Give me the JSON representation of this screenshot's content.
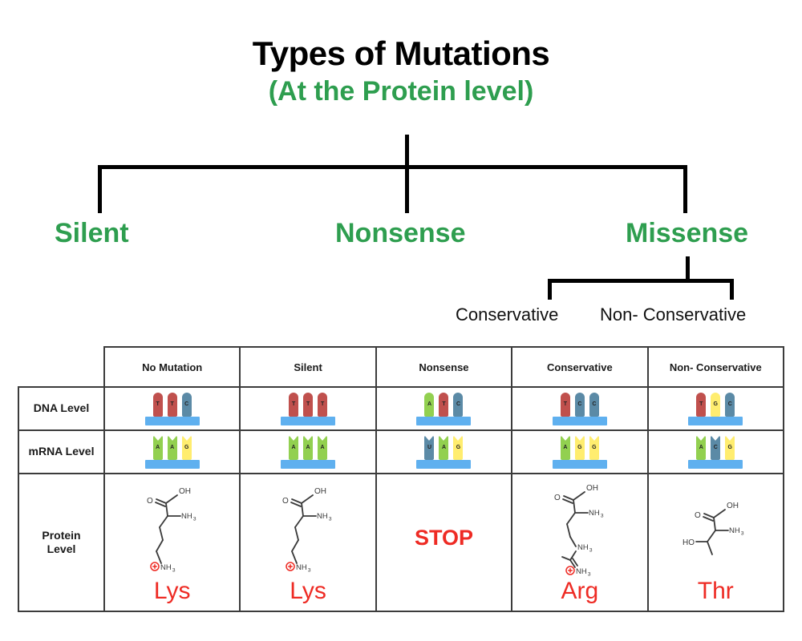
{
  "title": {
    "main": "Types of Mutations",
    "sub": "(At the Protein level)",
    "green": "#2e9e4f"
  },
  "tree": {
    "root_label": "Types of Mutations",
    "branches": [
      {
        "label": "Silent"
      },
      {
        "label": "Nonsense"
      },
      {
        "label": "Missense"
      }
    ],
    "sub_branches": [
      {
        "label": "Conservative"
      },
      {
        "label": "Non- Conservative"
      }
    ]
  },
  "table": {
    "row_labels": [
      "DNA Level",
      "mRNA Level",
      "Protein\nLevel"
    ],
    "row_label_dna": "DNA Level",
    "row_label_mrna": "mRNA Level",
    "row_label_protein_line1": "Protein",
    "row_label_protein_line2": "Level",
    "columns": [
      "No Mutation",
      "Silent",
      "Nonsense",
      "Conservative",
      "Non- Conservative"
    ],
    "dna": [
      {
        "column": "No Mutation",
        "bases": [
          {
            "letter": "T",
            "color": "red"
          },
          {
            "letter": "T",
            "color": "red"
          },
          {
            "letter": "C",
            "color": "blue"
          }
        ]
      },
      {
        "column": "Silent",
        "bases": [
          {
            "letter": "T",
            "color": "red"
          },
          {
            "letter": "T",
            "color": "red"
          },
          {
            "letter": "T",
            "color": "red"
          }
        ]
      },
      {
        "column": "Nonsense",
        "bases": [
          {
            "letter": "A",
            "color": "green"
          },
          {
            "letter": "T",
            "color": "red"
          },
          {
            "letter": "C",
            "color": "blue"
          }
        ]
      },
      {
        "column": "Conservative",
        "bases": [
          {
            "letter": "T",
            "color": "red"
          },
          {
            "letter": "C",
            "color": "blue"
          },
          {
            "letter": "C",
            "color": "blue"
          }
        ]
      },
      {
        "column": "Non- Conservative",
        "bases": [
          {
            "letter": "T",
            "color": "red"
          },
          {
            "letter": "G",
            "color": "yellow"
          },
          {
            "letter": "C",
            "color": "blue"
          }
        ]
      }
    ],
    "mrna": [
      {
        "column": "No Mutation",
        "bases": [
          {
            "letter": "A",
            "color": "green"
          },
          {
            "letter": "A",
            "color": "green"
          },
          {
            "letter": "G",
            "color": "yellow"
          }
        ]
      },
      {
        "column": "Silent",
        "bases": [
          {
            "letter": "A",
            "color": "green"
          },
          {
            "letter": "A",
            "color": "green"
          },
          {
            "letter": "A",
            "color": "green"
          }
        ]
      },
      {
        "column": "Nonsense",
        "bases": [
          {
            "letter": "U",
            "color": "blue2"
          },
          {
            "letter": "A",
            "color": "green"
          },
          {
            "letter": "G",
            "color": "yellow"
          }
        ]
      },
      {
        "column": "Conservative",
        "bases": [
          {
            "letter": "A",
            "color": "green"
          },
          {
            "letter": "G",
            "color": "yellow"
          },
          {
            "letter": "G",
            "color": "yellow"
          }
        ]
      },
      {
        "column": "Non- Conservative",
        "bases": [
          {
            "letter": "A",
            "color": "green"
          },
          {
            "letter": "C",
            "color": "blue"
          },
          {
            "letter": "G",
            "color": "yellow"
          }
        ]
      }
    ],
    "protein": [
      {
        "column": "No Mutation",
        "name": "Lys",
        "structure": "lysine"
      },
      {
        "column": "Silent",
        "name": "Lys",
        "structure": "lysine"
      },
      {
        "column": "Nonsense",
        "name": "STOP",
        "structure": "none"
      },
      {
        "column": "Conservative",
        "name": "Arg",
        "structure": "arginine"
      },
      {
        "column": "Non- Conservative",
        "name": "Thr",
        "structure": "threonine"
      }
    ],
    "structure_labels": {
      "oh": "OH",
      "o": "O",
      "nh3": "NH",
      "sub3": "3",
      "ho": "HO",
      "plus": "+"
    }
  },
  "colors": {
    "green_text": "#2e9e4f",
    "red_text": "#ee2b24",
    "nuc_red": "#c0504d",
    "nuc_blue": "#5b8aa6",
    "nuc_green": "#92d050",
    "nuc_yellow": "#ffed6f",
    "backbone_blue": "#5fb0ef",
    "border": "#3c3c3c"
  }
}
